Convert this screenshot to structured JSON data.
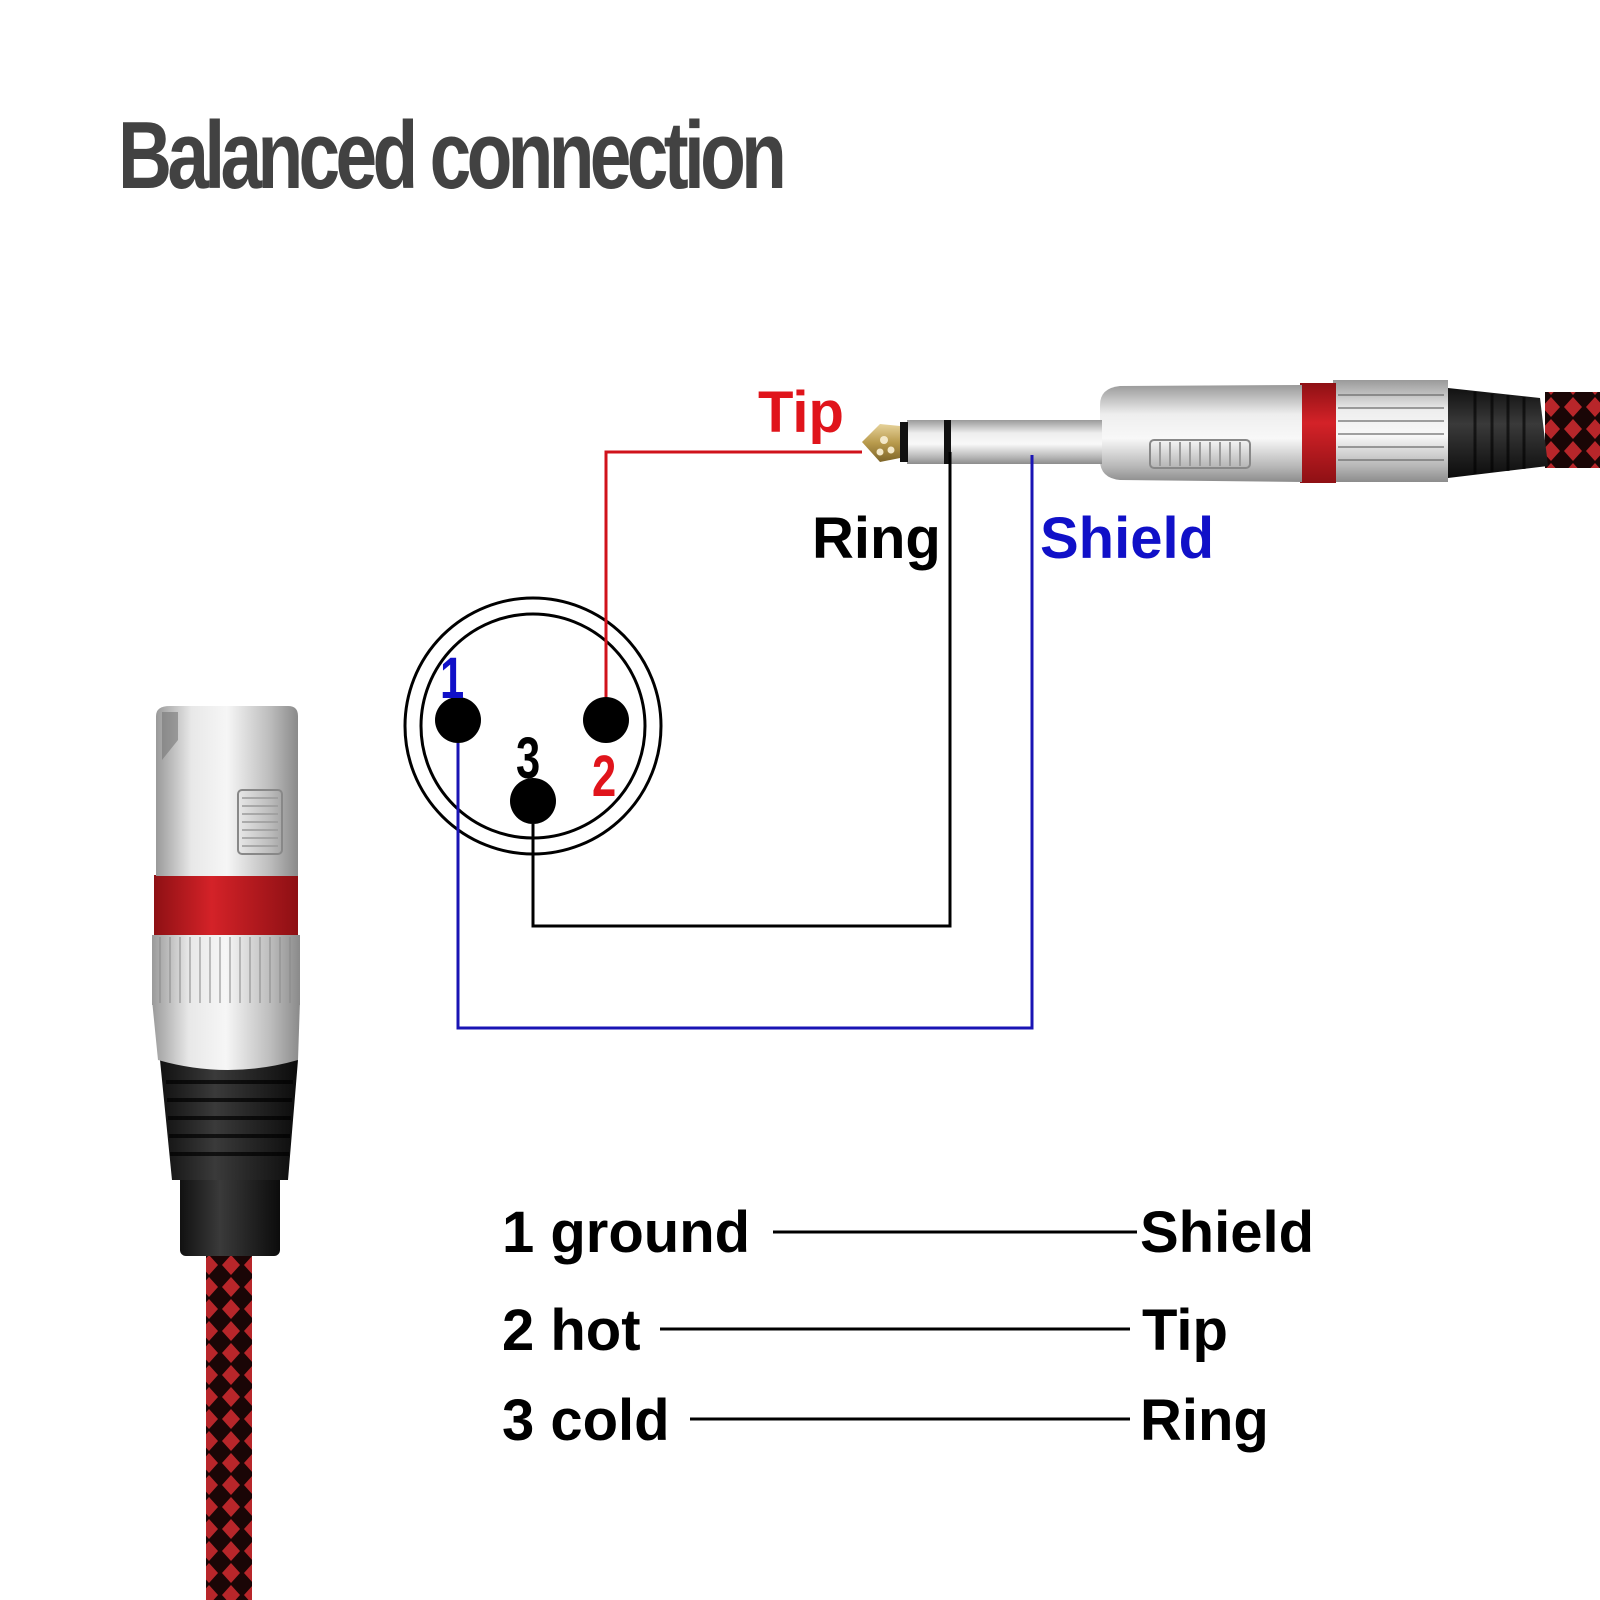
{
  "title": "Balanced connection",
  "colors": {
    "title": "#424242",
    "tip": "#e0141b",
    "ring": "#000000",
    "shield": "#1010c8",
    "wire_blue": "#1a14b4",
    "connector_red": "#c8191e",
    "metal": "#c9c9c9"
  },
  "jack_labels": {
    "tip": "Tip",
    "ring": "Ring",
    "shield": "Shield"
  },
  "xlr_pins": [
    {
      "number": "1",
      "color": "#1010c8"
    },
    {
      "number": "2",
      "color": "#e0141b"
    },
    {
      "number": "3",
      "color": "#000000"
    }
  ],
  "legend": [
    {
      "left": "1 ground",
      "right": "Shield"
    },
    {
      "left": "2 hot",
      "right": "Tip"
    },
    {
      "left": "3 cold",
      "right": "Ring"
    }
  ],
  "components": {
    "xlr_connector": "xlr-male-connector",
    "trs_connector": "trs-quarter-inch-plug"
  }
}
